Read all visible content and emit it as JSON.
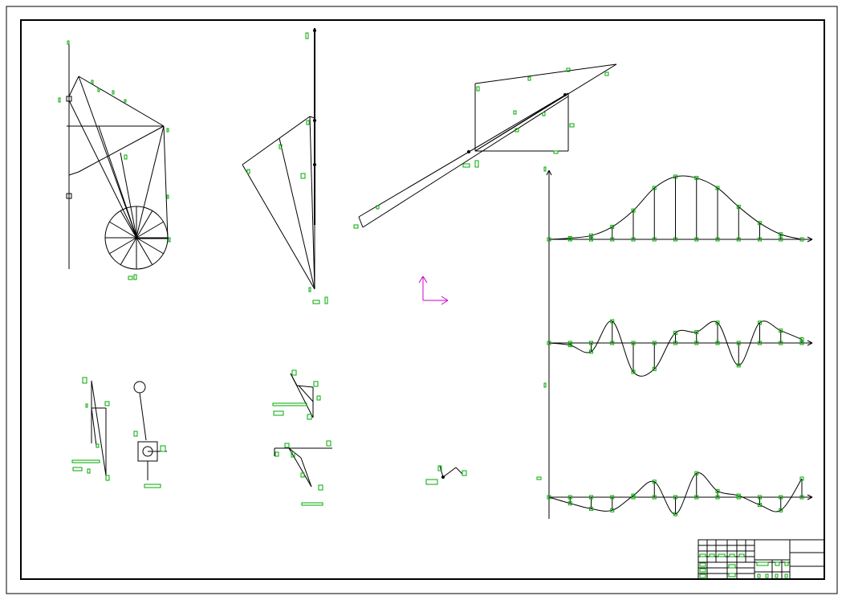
{
  "drawing": {
    "type": "mechanism-kinematic-analysis-sheet",
    "colors": {
      "geometry": "#000000",
      "annotation": "#00aa00",
      "ucs_icon": "#cc00cc",
      "background": "#ffffff"
    },
    "views": [
      "linkage-mechanism",
      "link-velocity-polygon",
      "acceleration-polygon",
      "displacement-curve",
      "velocity-curve",
      "acceleration-curve",
      "force-analysis-small-views",
      "title-block"
    ]
  },
  "chart_data": [
    {
      "type": "line",
      "title": "",
      "xlabel": "",
      "ylabel": "",
      "x": [
        0,
        1,
        2,
        3,
        4,
        5,
        6,
        7,
        8,
        9,
        10,
        11,
        12
      ],
      "series": [
        {
          "name": "",
          "values": [
            0.0,
            0.02,
            0.06,
            0.2,
            0.46,
            0.82,
            1.0,
            0.98,
            0.82,
            0.52,
            0.26,
            0.08,
            0.0
          ]
        }
      ]
    },
    {
      "type": "line",
      "title": "",
      "xlabel": "",
      "ylabel": "",
      "x": [
        0,
        1,
        2,
        3,
        4,
        5,
        6,
        7,
        8,
        9,
        10,
        11,
        12
      ],
      "series": [
        {
          "name": "",
          "values": [
            0.0,
            -0.06,
            -0.24,
            0.6,
            -0.8,
            -0.72,
            0.28,
            0.3,
            0.56,
            -0.62,
            0.56,
            0.34,
            0.1
          ]
        }
      ]
    },
    {
      "type": "line",
      "title": "",
      "xlabel": "",
      "ylabel": "",
      "x": [
        0,
        1,
        2,
        3,
        4,
        5,
        6,
        7,
        8,
        9,
        10,
        11,
        12
      ],
      "series": [
        {
          "name": "",
          "values": [
            0.0,
            -0.16,
            -0.3,
            -0.34,
            0.04,
            0.4,
            -0.44,
            0.62,
            0.16,
            0.04,
            -0.2,
            -0.34,
            0.48
          ]
        }
      ]
    }
  ]
}
